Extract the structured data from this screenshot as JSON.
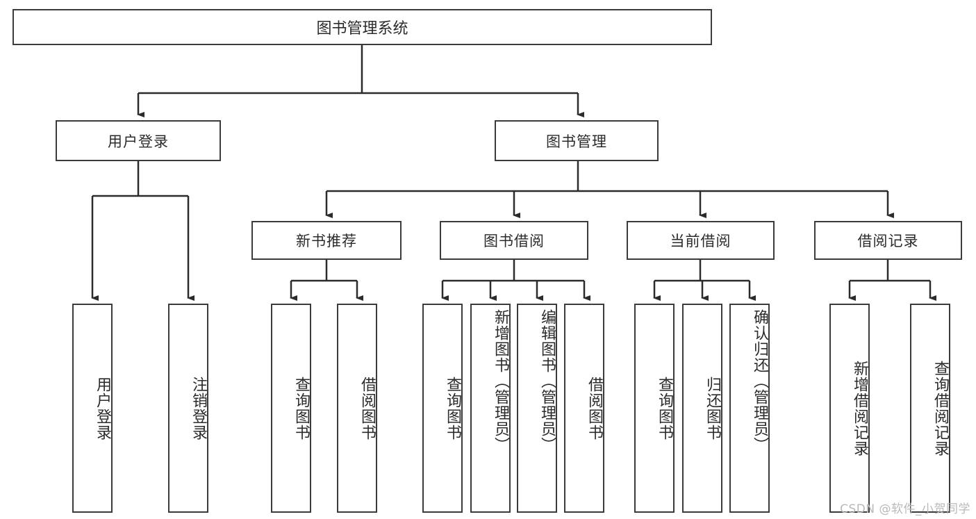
{
  "diagram": {
    "title": "图书管理系统",
    "type": "tree-hierarchy-chart",
    "root": {
      "label": "图书管理系统"
    },
    "level2": [
      {
        "label": "用户登录"
      },
      {
        "label": "图书管理"
      }
    ],
    "level3": [
      {
        "label": "新书推荐"
      },
      {
        "label": "图书借阅"
      },
      {
        "label": "当前借阅"
      },
      {
        "label": "借阅记录"
      }
    ],
    "leaves": [
      {
        "label": "用户登录",
        "align": "mid"
      },
      {
        "label": "注销登录",
        "align": "mid"
      },
      {
        "label": "查询图书",
        "align": "mid"
      },
      {
        "label": "借阅图书",
        "align": "mid"
      },
      {
        "label": "查询图书",
        "align": "mid"
      },
      {
        "label": "新增图书（管理员）",
        "align": "top"
      },
      {
        "label": "编辑图书（管理员）",
        "align": "top"
      },
      {
        "label": "借阅图书",
        "align": "mid"
      },
      {
        "label": "查询图书",
        "align": "mid"
      },
      {
        "label": "归还图书",
        "align": "mid"
      },
      {
        "label": "确认归还（管理员）",
        "align": "top"
      },
      {
        "label": "新增借阅记录",
        "align": "mid"
      },
      {
        "label": "查询借阅记录",
        "align": "mid"
      }
    ],
    "watermark": "CSDN @软件_小贺同学",
    "colors": {
      "stroke": "#3b3b3b",
      "fill": "#ffffff",
      "text": "#2b2b2b",
      "watermark": "#b9b9b9"
    }
  }
}
